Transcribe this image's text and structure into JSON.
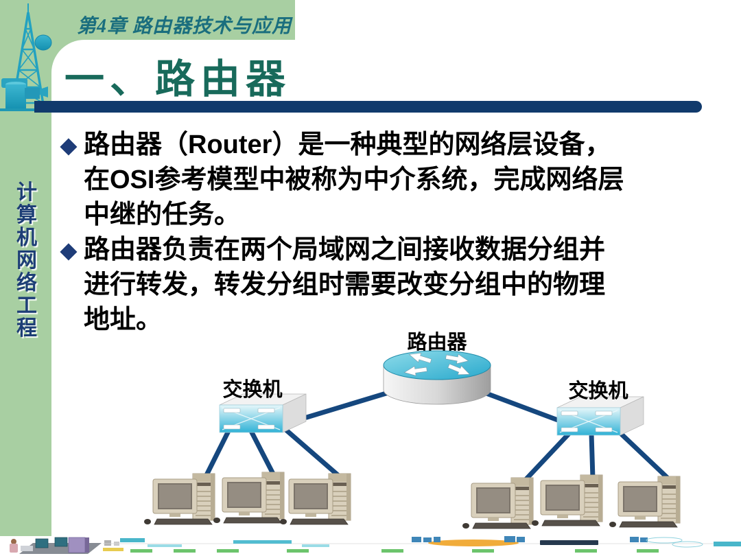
{
  "slide": {
    "chapter_header": "第4章 路由器技术与应用",
    "title": "一、路由器",
    "bullet_glyph": "◆",
    "bullets": [
      {
        "lines": [
          "路由器（Router）是一种典型的网络层设备，",
          "在OSI参考模型中被称为中介系统，完成网络层",
          "中继的任务。"
        ]
      },
      {
        "lines": [
          "路由器负责在两个局域网之间接收数据分组并",
          "进行转发，转发分组时需要改变分组中的物理",
          "地址。"
        ]
      }
    ],
    "sidebar_chars": [
      "计",
      "算",
      "机",
      "网",
      "络",
      "工",
      "程"
    ],
    "diagram": {
      "router_label": "路由器",
      "left_switch_label": "交换机",
      "right_switch_label": "交换机",
      "left_pc_count": 3,
      "right_pc_count": 3
    },
    "colors": {
      "frame_green": "#a8cfa2",
      "divider_navy": "#113a6c",
      "title_green": "#186a5b",
      "chapter_teal": "#1a6e7e",
      "cable_navy": "#15477e",
      "device_cyan": "#2fb3d4",
      "sidebar_text_navy": "#1d3e76"
    }
  }
}
